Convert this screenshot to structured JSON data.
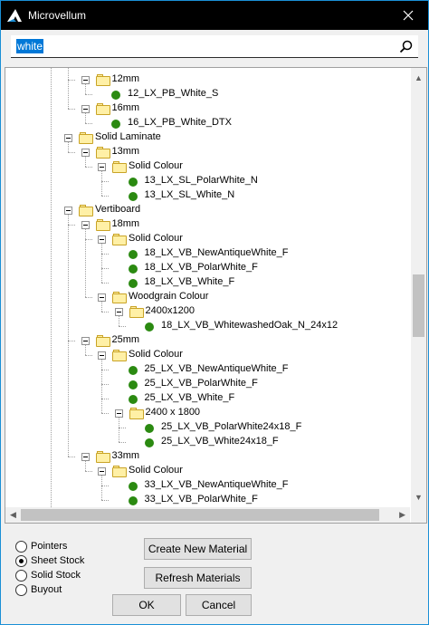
{
  "window": {
    "title": "Microvellum"
  },
  "search": {
    "value": "white"
  },
  "tree": [
    {
      "label": "12mm",
      "type": "folder",
      "depth": 2,
      "expander": true
    },
    {
      "label": "12_LX_PB_White_S",
      "type": "item",
      "depth": 3
    },
    {
      "label": "16mm",
      "type": "folder",
      "depth": 2,
      "expander": true
    },
    {
      "label": "16_LX_PB_White_DTX",
      "type": "item",
      "depth": 3
    },
    {
      "label": "Solid Laminate",
      "type": "folder",
      "depth": 1,
      "expander": true
    },
    {
      "label": "13mm",
      "type": "folder",
      "depth": 2,
      "expander": true
    },
    {
      "label": "Solid Colour",
      "type": "folder",
      "depth": 3,
      "expander": true
    },
    {
      "label": "13_LX_SL_PolarWhite_N",
      "type": "item",
      "depth": 4
    },
    {
      "label": "13_LX_SL_White_N",
      "type": "item",
      "depth": 4
    },
    {
      "label": "Vertiboard",
      "type": "folder",
      "depth": 1,
      "expander": true
    },
    {
      "label": "18mm",
      "type": "folder",
      "depth": 2,
      "expander": true
    },
    {
      "label": "Solid Colour",
      "type": "folder",
      "depth": 3,
      "expander": true
    },
    {
      "label": "18_LX_VB_NewAntiqueWhite_F",
      "type": "item",
      "depth": 4
    },
    {
      "label": "18_LX_VB_PolarWhite_F",
      "type": "item",
      "depth": 4
    },
    {
      "label": "18_LX_VB_White_F",
      "type": "item",
      "depth": 4
    },
    {
      "label": "Woodgrain Colour",
      "type": "folder",
      "depth": 3,
      "expander": true
    },
    {
      "label": "2400x1200",
      "type": "folder",
      "depth": 4,
      "expander": true
    },
    {
      "label": "18_LX_VB_WhitewashedOak_N_24x12",
      "type": "item",
      "depth": 5
    },
    {
      "label": "25mm",
      "type": "folder",
      "depth": 2,
      "expander": true
    },
    {
      "label": "Solid Colour",
      "type": "folder",
      "depth": 3,
      "expander": true
    },
    {
      "label": "25_LX_VB_NewAntiqueWhite_F",
      "type": "item",
      "depth": 4
    },
    {
      "label": "25_LX_VB_PolarWhite_F",
      "type": "item",
      "depth": 4
    },
    {
      "label": "25_LX_VB_White_F",
      "type": "item",
      "depth": 4
    },
    {
      "label": "2400 x 1800",
      "type": "folder",
      "depth": 4,
      "expander": true
    },
    {
      "label": "25_LX_VB_PolarWhite24x18_F",
      "type": "item",
      "depth": 5
    },
    {
      "label": "25_LX_VB_White24x18_F",
      "type": "item",
      "depth": 5
    },
    {
      "label": "33mm",
      "type": "folder",
      "depth": 2,
      "expander": true
    },
    {
      "label": "Solid Colour",
      "type": "folder",
      "depth": 3,
      "expander": true
    },
    {
      "label": "33_LX_VB_NewAntiqueWhite_F",
      "type": "item",
      "depth": 4
    },
    {
      "label": "33_LX_VB_PolarWhite_F",
      "type": "item",
      "depth": 4
    }
  ],
  "stock_type": {
    "options": [
      "Pointers",
      "Sheet Stock",
      "Solid Stock",
      "Buyout"
    ],
    "selected": "Sheet Stock"
  },
  "buttons": {
    "create": "Create New Material",
    "refresh": "Refresh Materials",
    "ok": "OK",
    "cancel": "Cancel"
  },
  "colors": {
    "titlebar": "#000000",
    "selection": "#0078d7",
    "item_dot": "#2b8a11",
    "folder_fill": "#fff0a6",
    "window_border": "#1a8fd6"
  },
  "icons": {
    "app": "microvellum-logo-icon",
    "close": "close-icon",
    "search": "search-icon",
    "folder": "folder-icon",
    "item": "material-dot-icon",
    "expander": "collapse-icon"
  }
}
